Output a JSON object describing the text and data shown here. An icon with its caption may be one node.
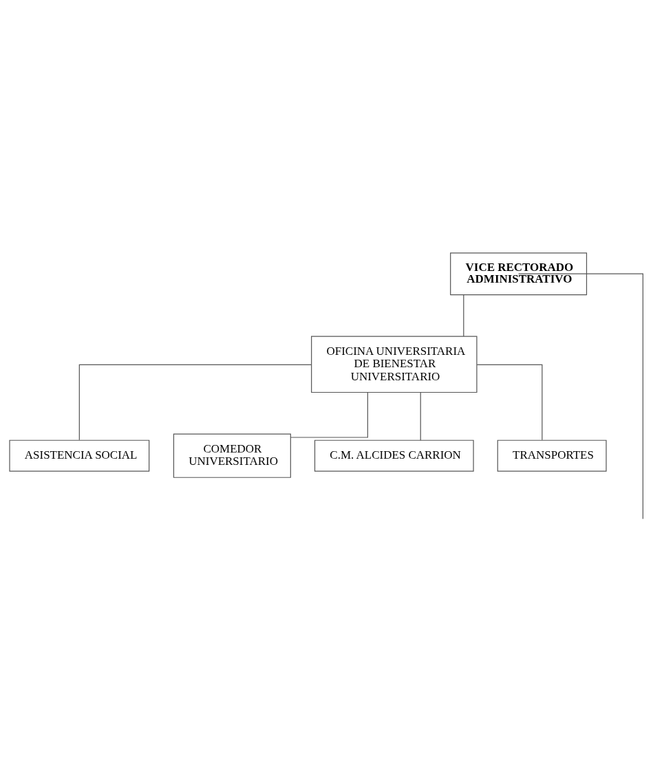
{
  "diagram": {
    "nodes": [
      {
        "text": [
          "VICE RECTORADO ADMINISTRATIVO"
        ]
      },
      {
        "text": [
          "OFICINA UNIVERSITARIA DE BIENESTAR UNIVERSITARIO"
        ]
      },
      {
        "text": [
          "ASISTENCIA SOCIAL"
        ]
      },
      {
        "text": [
          "COMEDOR UNIVERSITARIO"
        ]
      },
      {
        "text": [
          "C.M. ALCIDES CARRION"
        ]
      },
      {
        "text": [
          "TRANSPORTES"
        ]
      }
    ],
    "edges": [
      {
        "from": 0,
        "to": 1,
        "arrow": "none"
      },
      {
        "from": 0,
        "to": null,
        "arrow": "none"
      },
      {
        "from": 1,
        "to": 2,
        "arrow": "none"
      },
      {
        "from": 1,
        "to": 3,
        "arrow": "none"
      },
      {
        "from": 1,
        "to": 4,
        "arrow": "none"
      },
      {
        "from": 1,
        "to": 5,
        "arrow": "none"
      }
    ]
  }
}
